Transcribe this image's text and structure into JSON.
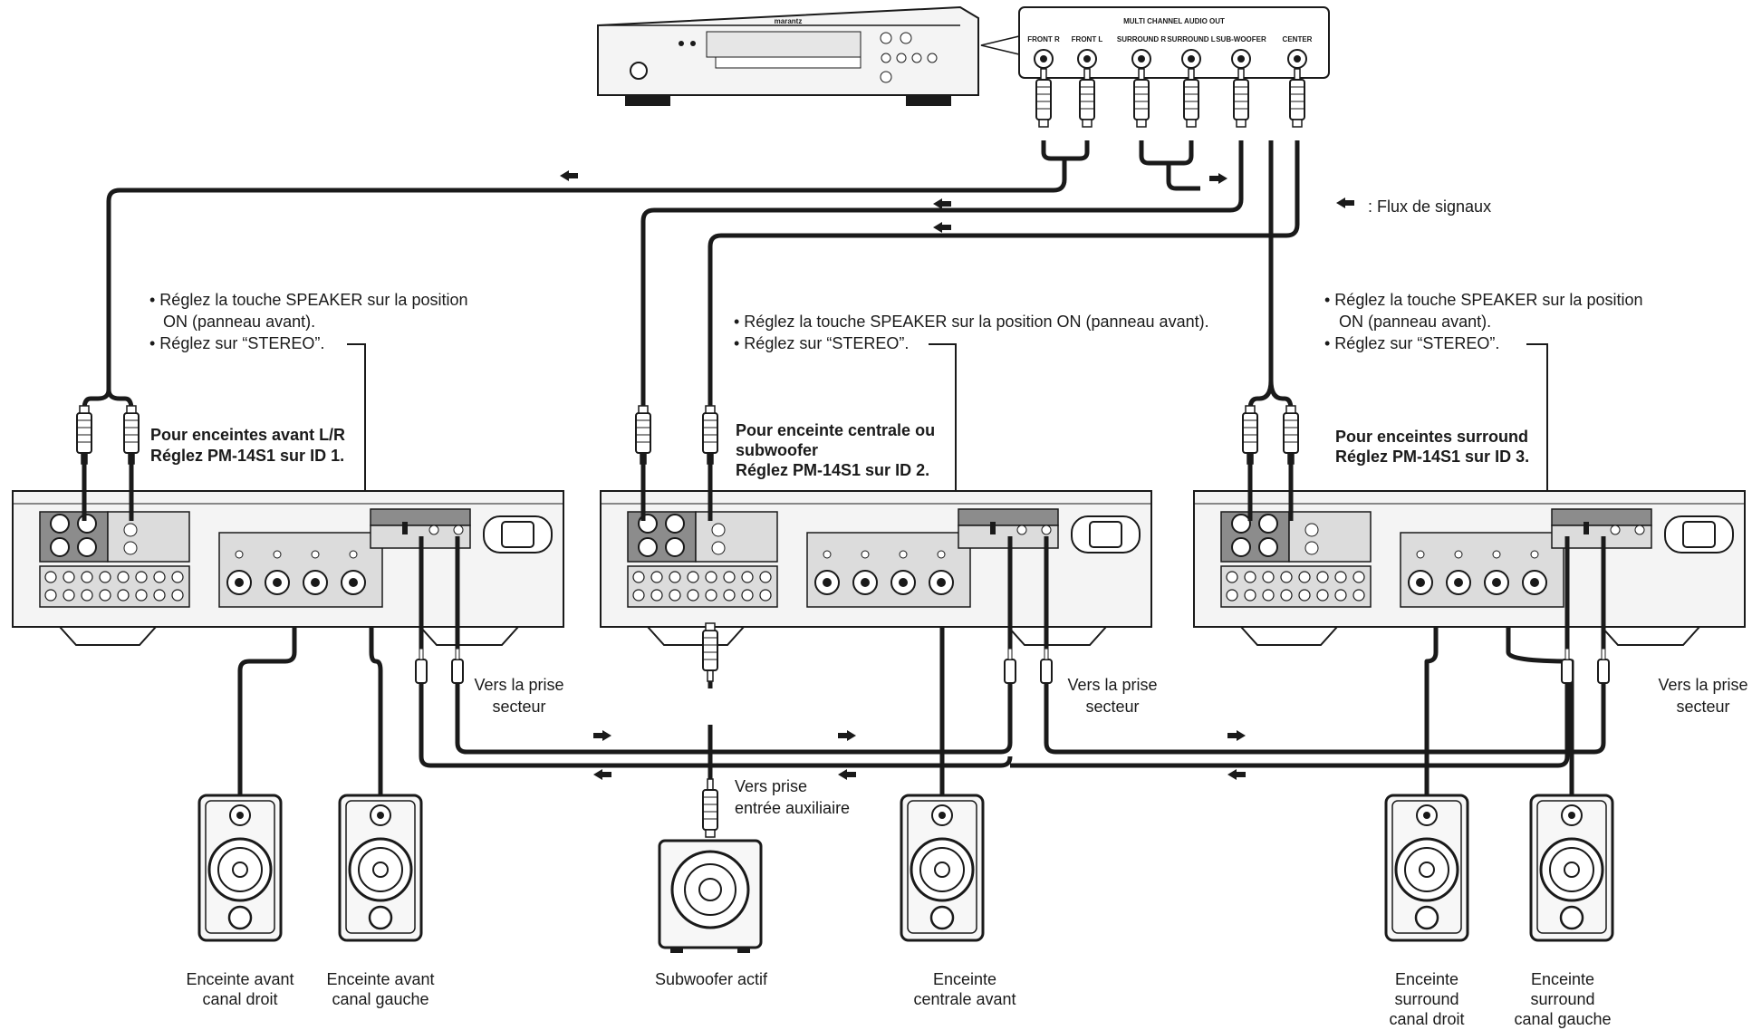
{
  "player": {
    "brand": "marantz",
    "multi_channel_title": "MULTI CHANNEL AUDIO OUT",
    "jacks": [
      "FRONT R",
      "FRONT L",
      "SURROUND R",
      "SURROUND L",
      "SUB-WOOFER",
      "CENTER"
    ]
  },
  "legend": {
    "text": ": Flux de signaux"
  },
  "amps": [
    {
      "note_line1": "• Réglez la touche SPEAKER sur la position",
      "note_line2": "ON (panneau avant).",
      "note_stereo": "• Réglez sur “STEREO”.",
      "title_line1": "Pour enceintes avant L/R",
      "title_line2": "Réglez PM-14S1 sur ID 1.",
      "mains": "Vers la prise\nsecteur"
    },
    {
      "note_line1": "• Réglez la touche SPEAKER sur la position ON (panneau avant).",
      "note_stereo": "• Réglez sur “STEREO”.",
      "title_line1": "Pour enceinte centrale ou",
      "title_line2": "subwoofer",
      "title_line3": "Réglez PM-14S1 sur ID 2.",
      "mains": "Vers la prise\nsecteur"
    },
    {
      "note_line1": "• Réglez la touche SPEAKER sur la position",
      "note_line2": "ON (panneau avant).",
      "note_stereo": "• Réglez sur “STEREO”.",
      "title_line1": "Pour enceintes surround",
      "title_line2": "Réglez PM-14S1 sur ID 3.",
      "mains": "Vers la prise\nsecteur"
    }
  ],
  "aux_label": "Vers prise\nentrée auxiliaire",
  "speakers": [
    {
      "label": "Enceinte avant\ncanal droit"
    },
    {
      "label": "Enceinte avant\ncanal gauche"
    },
    {
      "label": "Subwoofer actif"
    },
    {
      "label": "Enceinte\ncentrale avant"
    },
    {
      "label": "Enceinte\nsurround\ncanal droit"
    },
    {
      "label": "Enceinte\nsurround\ncanal gauche"
    }
  ],
  "colors": {
    "ink": "#1a1a1a",
    "panel": "#dcdcdc",
    "body": "#f4f4f4"
  }
}
